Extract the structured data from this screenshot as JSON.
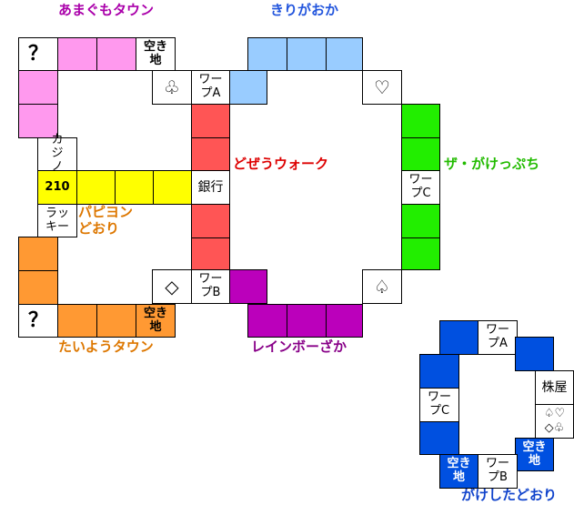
{
  "colors": {
    "pink": "#ff99ee",
    "lightblue": "#99ccff",
    "red": "#ff5555",
    "green": "#22ee00",
    "yellow": "#ffff00",
    "orange": "#ff9933",
    "purple": "#bb00bb",
    "blue": "#0050e0",
    "label_pink": "#aa00aa",
    "label_blue": "#2255dd",
    "label_red": "#dd0000",
    "label_green": "#22bb00",
    "label_orange": "#dd7700",
    "label_purple": "#880088",
    "label_navy": "#1144cc"
  },
  "districts": {
    "amagumo": "あまぐもタウン",
    "kirigaoka": "きりがおか",
    "dozeu": "どぜうウォーク",
    "zagakeppuchi": "ザ・がけっぷち",
    "papiyon_line1": "パピヨン",
    "papiyon_line2": "どおり",
    "taiyou": "たいようタウン",
    "rainbow": "レインボーざか",
    "gakeshita": "がけしたどおり"
  },
  "squares": {
    "question_top": "？",
    "question_bottom": "？",
    "vacant_lot": "空き地",
    "warp_a": "ワープA",
    "warp_b": "ワープB",
    "warp_c": "ワープC",
    "casino": "カジノ",
    "bank": "銀行",
    "lucky": "ラッキー",
    "stock": "株屋",
    "stock_suits_line1": "♤♡",
    "stock_suits_line2": "◇♧",
    "shop_210": "210"
  },
  "suits": {
    "club": "♧",
    "heart": "♡",
    "diamond": "◇",
    "spade": "♤"
  }
}
